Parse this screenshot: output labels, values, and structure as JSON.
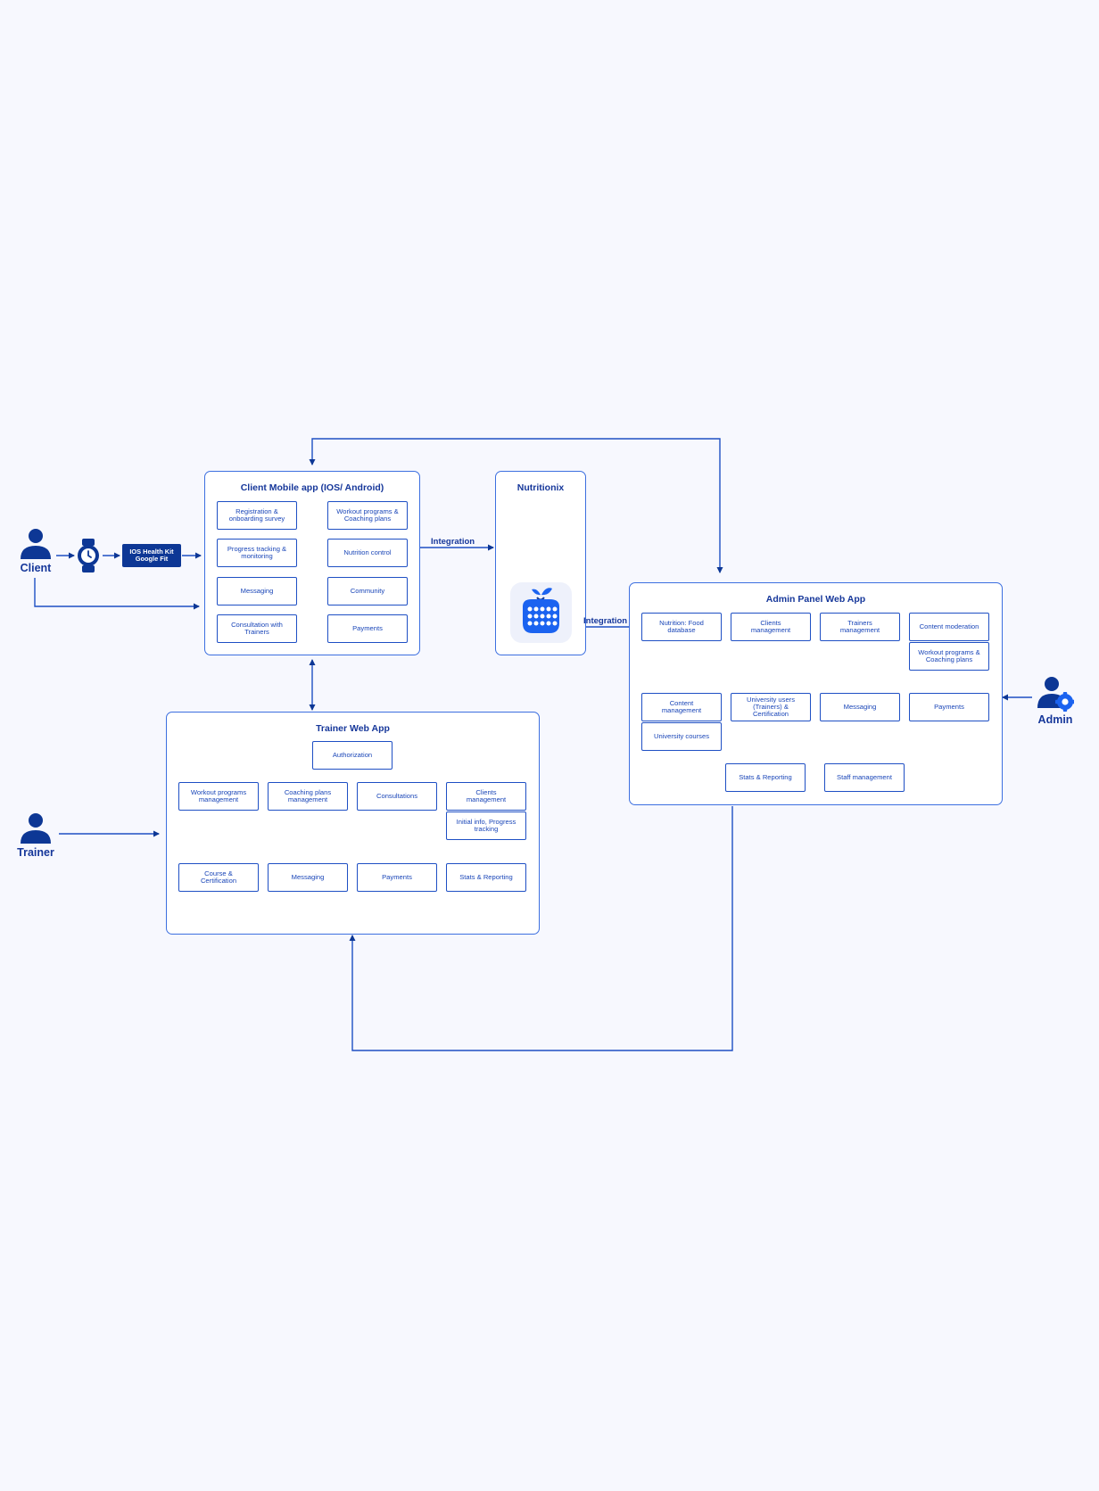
{
  "actors": {
    "client": "Client",
    "trainer": "Trainer",
    "admin": "Admin"
  },
  "health_badge": {
    "line1": "IOS Health Kit",
    "line2": "Google Fit"
  },
  "edge_labels": {
    "integration_client": "Integration",
    "integration_admin": "Integration"
  },
  "client_app": {
    "title": "Client Mobile app (IOS/ Android)",
    "modules": [
      [
        "Registration &",
        "onboarding survey"
      ],
      [
        "Workout programs &",
        "Coaching plans"
      ],
      [
        "Progress tracking &",
        "monitoring"
      ],
      [
        "Nutrition control"
      ],
      [
        "Messaging"
      ],
      [
        "Community"
      ],
      [
        "Consultation with",
        "Trainers"
      ],
      [
        "Payments"
      ]
    ]
  },
  "nutritionix": {
    "title": "Nutritionix"
  },
  "trainer_app": {
    "title": "Trainer Web App",
    "modules": [
      [
        "Authorization"
      ],
      [
        "Workout programs",
        "management"
      ],
      [
        "Coaching plans",
        "management"
      ],
      [
        "Consultations"
      ],
      [
        "Clients",
        "management"
      ],
      [
        "Initial info, Progress",
        "tracking"
      ],
      [
        "Course &",
        "Certification"
      ],
      [
        "Messaging"
      ],
      [
        "Payments"
      ],
      [
        "Stats & Reporting"
      ]
    ]
  },
  "admin_app": {
    "title": "Admin Panel Web App",
    "modules": [
      [
        "Nutrition: Food",
        "database"
      ],
      [
        "Clients",
        "management"
      ],
      [
        "Trainers",
        "management"
      ],
      [
        "Content moderation"
      ],
      [
        "Workout programs &",
        "Coaching plans"
      ],
      [
        "Content",
        "management"
      ],
      [
        "University users",
        "(Trainers) &",
        "Certification"
      ],
      [
        "Messaging"
      ],
      [
        "Payments"
      ],
      [
        "University courses"
      ],
      [
        "Stats & Reporting"
      ],
      [
        "Staff management"
      ]
    ]
  },
  "colors": {
    "line": "#1e4fc4",
    "panel_border": "#3c6fe0",
    "dark": "#0d3795",
    "accent": "#1b63f0",
    "background": "#f7f8fe"
  },
  "icons": [
    "person-icon",
    "smartwatch-icon",
    "nutritionix-app-icon",
    "admin-person-gear-icon"
  ]
}
